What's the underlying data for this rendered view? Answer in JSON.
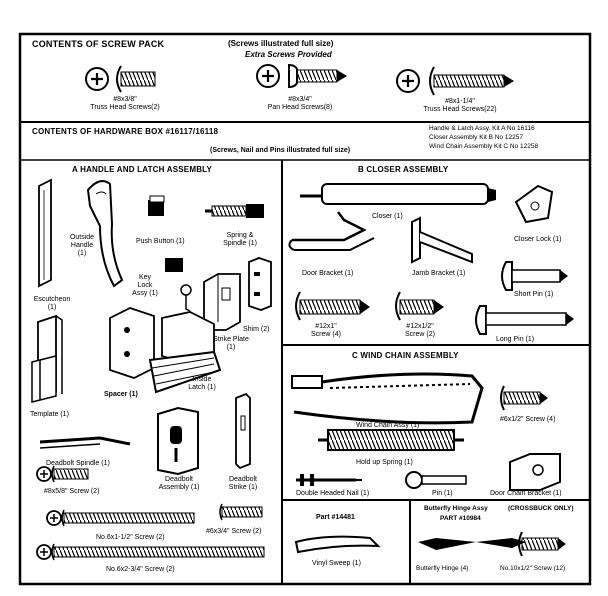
{
  "screw_pack": {
    "title": "CONTENTS OF SCREW PACK",
    "note": "(Screws illustrated full size)",
    "extra": "Extra Screws Provided",
    "items": [
      {
        "size": "#8x3/8\"",
        "name": "Truss Head Screws(2)"
      },
      {
        "size": "#8x3/4\"",
        "name": "Pan Head Screws(8)"
      },
      {
        "size": "#8x1-1/4\"",
        "name": "Truss Head Screws(22)"
      }
    ]
  },
  "hardware_box": {
    "title": "CONTENTS OF HARDWARE BOX #16117/16118",
    "note": "(Screws, Nail and Pins illustrated full size)",
    "kits": [
      "Handle & Latch Assy. Kit A No 16116",
      "Closer Assembly Kit B No 12257",
      "Wind Chain Assembly Kit C No 12258"
    ]
  },
  "section_a": {
    "title": "A  HANDLE AND LATCH ASSEMBLY",
    "labels": {
      "outside_handle": [
        "Outside",
        "Handle",
        "(1)"
      ],
      "push_button": "Push Button (1)",
      "spring_spindle": [
        "Spring &",
        "Spindle (1)"
      ],
      "key_lock": [
        "Key",
        "Lock",
        "Assy (1)"
      ],
      "escutcheon": [
        "Escutcheon",
        "(1)"
      ],
      "shim": "Shim (2)",
      "strike_plate": [
        "Strike Plate",
        "(1)"
      ],
      "spacer": "Spacer (1)",
      "inside_latch": [
        "Inside",
        "Latch (1)"
      ],
      "template": "Template (1)",
      "deadbolt_spindle": "Deadbolt Spindle (1)",
      "screw_8x5_8": "#8x5/8\" Screw (2)",
      "deadbolt_assembly": [
        "Deadbolt",
        "Assembly (1)"
      ],
      "deadbolt_strike": [
        "Deadbolt",
        "Strike (1)"
      ],
      "screw_6x3_4": "#6x3/4\" Screw (2)",
      "screw_6x1_2": "No.6x1-1/2\" Screw (2)",
      "screw_6x2_3_4": "No.6x2-3/4\" Screw (2)"
    }
  },
  "section_b": {
    "title": "B  CLOSER ASSEMBLY",
    "labels": {
      "closer": "Closer (1)",
      "closer_lock": "Closer Lock (1)",
      "door_bracket": "Door Bracket (1)",
      "jamb_bracket": "Jamb Bracket (1)",
      "short_pin": "Short Pin (1)",
      "screw_12x1": [
        "#12x1\"",
        "Screw (4)"
      ],
      "screw_12x1_2": [
        "#12x1/2\"",
        "Screw (2)"
      ],
      "long_pin": "Long Pin (1)"
    }
  },
  "section_c": {
    "title": "C  WIND CHAIN ASSEMBLY",
    "labels": {
      "wind_chain": "Wind Chain Assy (1)",
      "screw_6x1_2": "#6x1/2\" Screw (4)",
      "hold_up_spring": "Hold up Spring (1)",
      "double_headed_nail": "Double Headed Nail (1)",
      "pin": "Pin (1)",
      "door_chain_bracket": "Door Chain Bracket (1)"
    }
  },
  "vinyl": {
    "part": "Part #14481",
    "label": "Vinyl Sweep (1)"
  },
  "hinge": {
    "title": "Butterfly Hinge Assy",
    "crossbuck": "(CROSSBUCK ONLY)",
    "part": "PART #10984",
    "hinge_label": "Butterfly Hinge (4)",
    "screw_label": "No.10x1/2\" Screw (12)"
  }
}
